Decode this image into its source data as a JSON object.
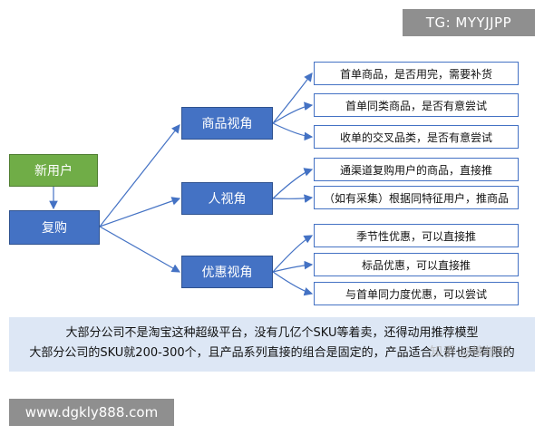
{
  "watermark_top": "TG: MYYJJPP",
  "watermark_bottom": "www.dgkly888.com",
  "root": {
    "new_user": "新用户",
    "repurchase": "复购"
  },
  "branches": [
    {
      "label": "商品视角",
      "leaves": [
        "首单商品，是否用完，需要补货",
        "首单同类商品，是否有意尝试",
        "收单的交叉品类，是否有意尝试"
      ]
    },
    {
      "label": "人视角",
      "leaves": [
        "通渠道复购用户的商品，直接推",
        "（如有采集）根据同特征用户，推商品"
      ]
    },
    {
      "label": "优惠视角",
      "leaves": [
        "季节性优惠，可以直接推",
        "标品优惠，可以直接推",
        "与首单同力度优惠，可以尝试"
      ]
    }
  ],
  "banner": {
    "line1": "大部分公司不是淘宝这种超级平台，没有几亿个SKU等着卖，还得动用推荐模型",
    "line2": "大部分公司的SKU就200-300个，且产品系列直接的组合是固定的，产品适合人群也是有限的"
  },
  "zhihu_watermark": "知乎 @接地气",
  "colors": {
    "green": "#70ad47",
    "blue": "#4472c4",
    "banner_bg": "#dde7f5"
  }
}
